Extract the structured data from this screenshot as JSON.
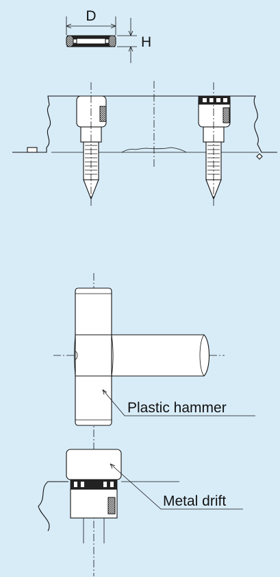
{
  "labels": {
    "diameter": "D",
    "height": "H",
    "plastic_hammer": "Plastic hammer",
    "metal_drift": "Metal drift"
  },
  "colors": {
    "background": "#d8ecf8",
    "line": "#111111",
    "part_fill": "#ffffff"
  }
}
